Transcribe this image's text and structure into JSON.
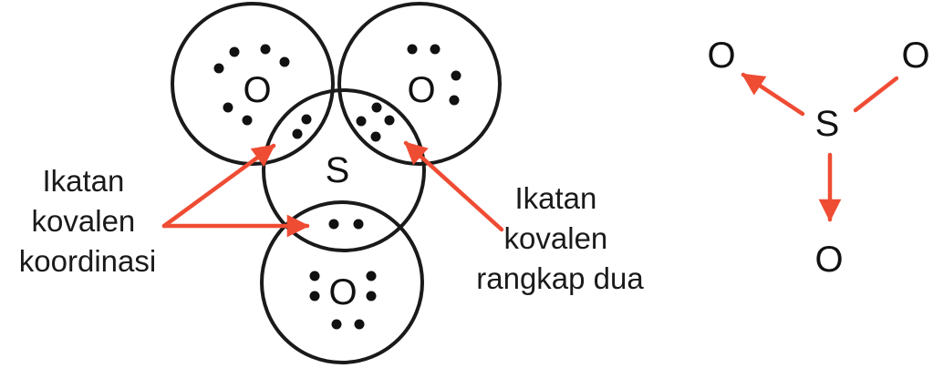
{
  "diagram": {
    "atoms": {
      "o_top_left": "O",
      "o_top_right": "O",
      "s_center": "S",
      "o_bottom": "O"
    },
    "callout_left": [
      "Ikatan",
      "kovalen",
      "koordinasi"
    ],
    "callout_right": [
      "Ikatan",
      "kovalen",
      "rangkap dua"
    ]
  },
  "structure": {
    "sulfur": "S",
    "oxygen_left": "O",
    "oxygen_right": "O",
    "oxygen_bottom": "O"
  },
  "colors": {
    "arrow": "#ef4c34",
    "line": "#1a1a1a",
    "text": "#111111"
  }
}
